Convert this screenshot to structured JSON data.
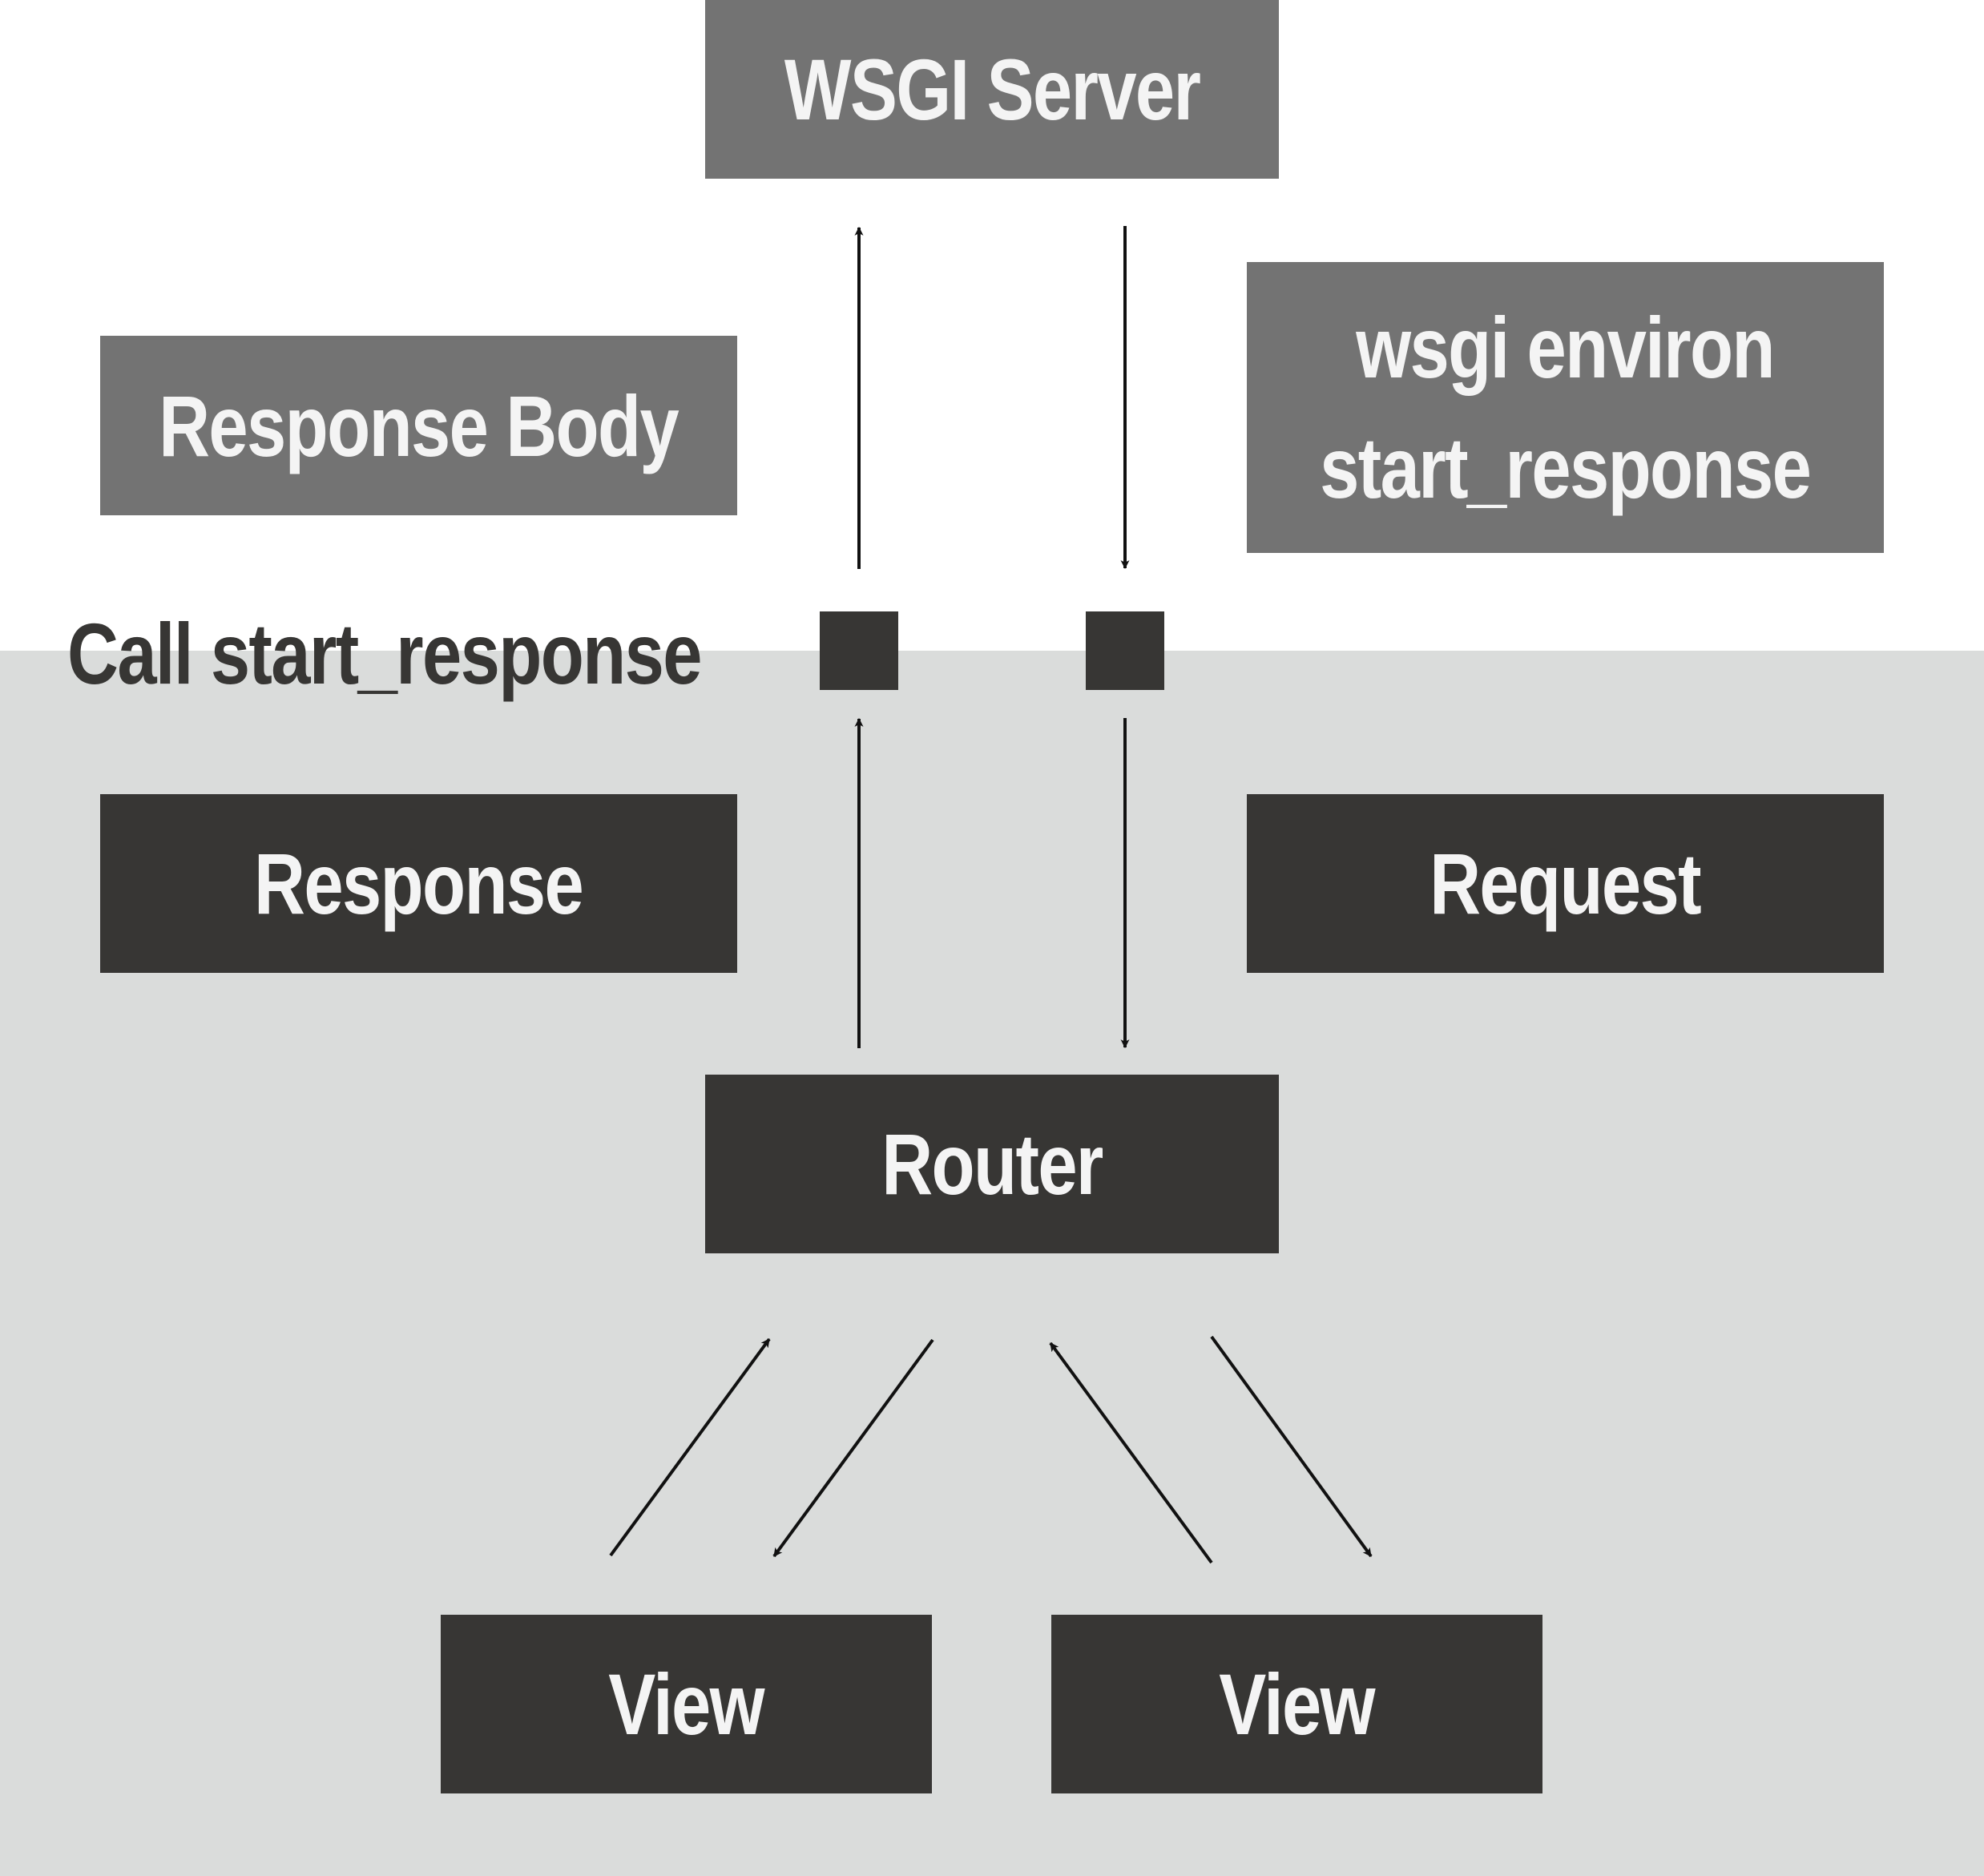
{
  "diagram": {
    "nodes": {
      "wsgi_server": "WSGI Server",
      "response_body": "Response Body",
      "wsgi_environ": "wsgi environ",
      "start_response": "start_response",
      "call_start_response": "Call start_response",
      "response": "Response",
      "request": "Request",
      "router": "Router",
      "view_left": "View",
      "view_right": "View"
    },
    "colors": {
      "upper_background": "#ffffff",
      "lower_background": "#dadcdb",
      "light_box": "#737373",
      "dark_box": "#373634",
      "box_text": "#f4f4f4",
      "arrow": "#111111"
    }
  }
}
